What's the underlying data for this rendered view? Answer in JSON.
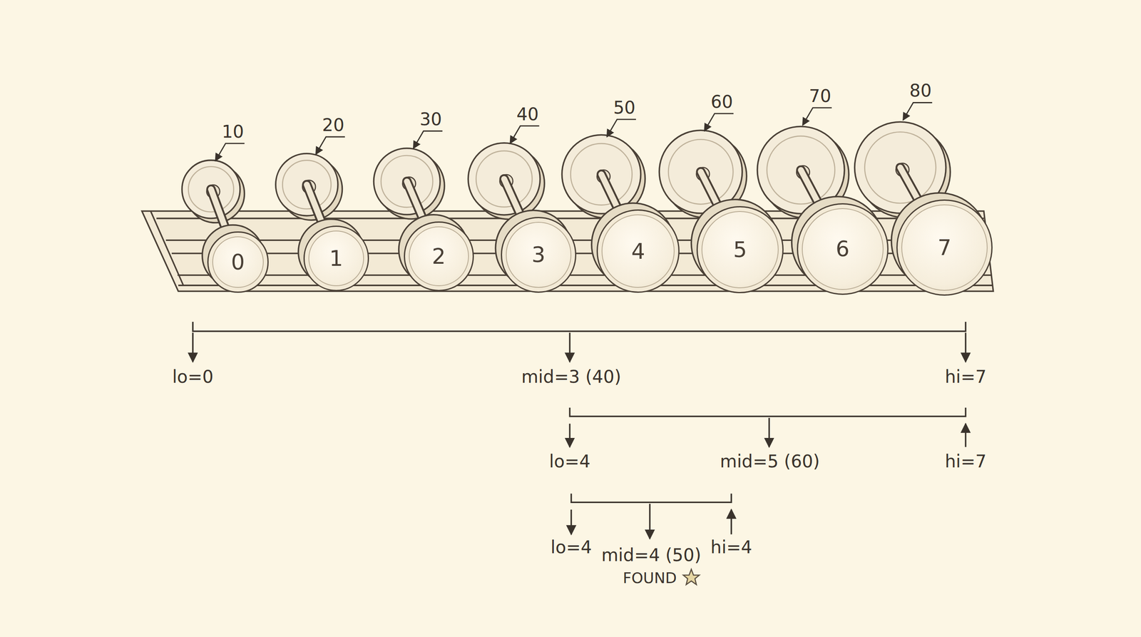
{
  "diagram": {
    "nodes": [
      {
        "text": [
          "0"
        ]
      },
      {
        "text": [
          "1"
        ]
      },
      {
        "text": [
          "2"
        ]
      },
      {
        "text": [
          "3"
        ]
      },
      {
        "text": [
          "4"
        ]
      },
      {
        "text": [
          "5"
        ]
      },
      {
        "text": [
          "6"
        ]
      },
      {
        "text": [
          "7"
        ]
      }
    ],
    "labels": [
      "10",
      "20",
      "30",
      "40",
      "50",
      "60",
      "70",
      "80",
      "lo=0",
      "mid=3 (40)",
      "hi=7",
      "lo=4",
      "mid=5 (60)",
      "hi=7",
      "lo=4",
      "mid=4 (50)",
      "hi=4",
      "FOUND"
    ]
  }
}
